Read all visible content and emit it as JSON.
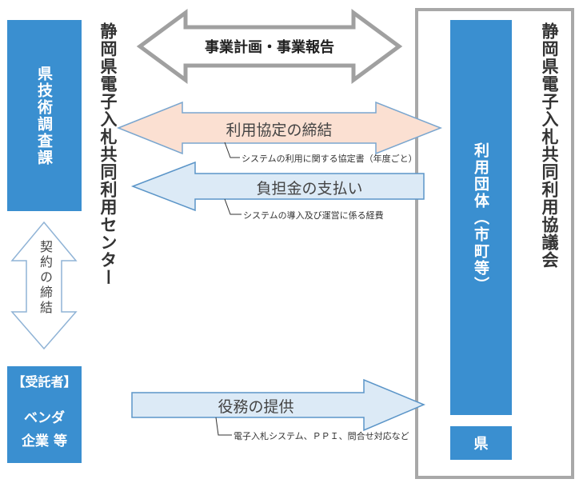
{
  "left_box": {
    "label": "県技術調査課"
  },
  "center_label": "静岡県電子入札共同利用センター",
  "right_label": "静岡県電子入札共同利用協議会",
  "right_box": {
    "label": "利用団体（市町等）"
  },
  "pref_box": {
    "label": "県"
  },
  "vendor_box": {
    "line1": "【受託者】",
    "line2": "ベンダ",
    "line3": "企業 等"
  },
  "contract_arrow": {
    "label": "契約の締結"
  },
  "arrows": {
    "plan_report": "事業計画・事業報告",
    "agreement": "利用協定の締結",
    "agreement_note": "システムの利用に関する協定書（年度ごと）",
    "payment": "負担金の支払い",
    "payment_note": "システムの導入及び運営に係る経費",
    "service": "役務の提供",
    "service_note": "電子入札システム、ＰＰＩ、問合せ対応など"
  },
  "colors": {
    "blue_box": "#3a8fd0",
    "agreement_fill": "#fbe0d2",
    "blue_arrow_fill": "#dceaf6",
    "gray_stroke": "#a0a0a0"
  }
}
